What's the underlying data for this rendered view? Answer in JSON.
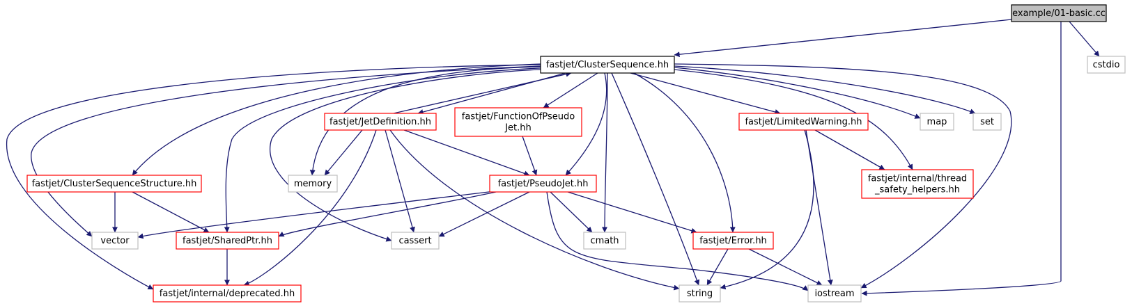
{
  "colors": {
    "edge": "#191970",
    "root_fill": "#bfbfbf",
    "root_border": "#000000",
    "file_border": "#000000",
    "header_border": "#ff0000",
    "system_header_border": "#bfbfbf",
    "text": "#000000"
  },
  "nodes": [
    {
      "id": "n_root",
      "kind": "root",
      "lines": [
        "example/01-basic.cc"
      ]
    },
    {
      "id": "n_cs",
      "kind": "main",
      "lines": [
        "fastjet/ClusterSequence.hh"
      ]
    },
    {
      "id": "n_cstdio",
      "kind": "system",
      "lines": [
        "cstdio"
      ]
    },
    {
      "id": "n_jetdef",
      "kind": "header",
      "lines": [
        "fastjet/JetDefinition.hh"
      ]
    },
    {
      "id": "n_funcpj",
      "kind": "header",
      "lines": [
        "fastjet/FunctionOfPseudo",
        "Jet.hh"
      ]
    },
    {
      "id": "n_limwarn",
      "kind": "header",
      "lines": [
        "fastjet/LimitedWarning.hh"
      ]
    },
    {
      "id": "n_map",
      "kind": "system",
      "lines": [
        "map"
      ]
    },
    {
      "id": "n_set",
      "kind": "system",
      "lines": [
        "set"
      ]
    },
    {
      "id": "n_css",
      "kind": "header",
      "lines": [
        "fastjet/ClusterSequenceStructure.hh"
      ]
    },
    {
      "id": "n_memory",
      "kind": "system",
      "lines": [
        "memory"
      ]
    },
    {
      "id": "n_pj",
      "kind": "header",
      "lines": [
        "fastjet/PseudoJet.hh"
      ]
    },
    {
      "id": "n_thread",
      "kind": "header",
      "lines": [
        "fastjet/internal/thread",
        "_safety_helpers.hh"
      ]
    },
    {
      "id": "n_vector",
      "kind": "system",
      "lines": [
        "vector"
      ]
    },
    {
      "id": "n_sptr",
      "kind": "header",
      "lines": [
        "fastjet/SharedPtr.hh"
      ]
    },
    {
      "id": "n_cassert",
      "kind": "system",
      "lines": [
        "cassert"
      ]
    },
    {
      "id": "n_cmath",
      "kind": "system",
      "lines": [
        "cmath"
      ]
    },
    {
      "id": "n_error",
      "kind": "header",
      "lines": [
        "fastjet/Error.hh"
      ]
    },
    {
      "id": "n_depr",
      "kind": "header",
      "lines": [
        "fastjet/internal/deprecated.hh"
      ]
    },
    {
      "id": "n_string",
      "kind": "system",
      "lines": [
        "string"
      ]
    },
    {
      "id": "n_iostream",
      "kind": "system",
      "lines": [
        "iostream"
      ]
    }
  ],
  "edges": [
    {
      "from": "n_root",
      "to": "n_cs"
    },
    {
      "from": "n_root",
      "to": "n_cstdio"
    },
    {
      "from": "n_root",
      "to": "n_iostream"
    },
    {
      "from": "n_cs",
      "to": "n_jetdef"
    },
    {
      "from": "n_cs",
      "to": "n_funcpj"
    },
    {
      "from": "n_cs",
      "to": "n_limwarn"
    },
    {
      "from": "n_cs",
      "to": "n_map"
    },
    {
      "from": "n_cs",
      "to": "n_set"
    },
    {
      "from": "n_cs",
      "to": "n_css"
    },
    {
      "from": "n_cs",
      "to": "n_memory"
    },
    {
      "from": "n_cs",
      "to": "n_pj"
    },
    {
      "from": "n_cs",
      "to": "n_thread"
    },
    {
      "from": "n_cs",
      "to": "n_vector"
    },
    {
      "from": "n_cs",
      "to": "n_sptr"
    },
    {
      "from": "n_cs",
      "to": "n_cassert"
    },
    {
      "from": "n_cs",
      "to": "n_cmath"
    },
    {
      "from": "n_cs",
      "to": "n_error"
    },
    {
      "from": "n_cs",
      "to": "n_depr"
    },
    {
      "from": "n_cs",
      "to": "n_string"
    },
    {
      "from": "n_cs",
      "to": "n_iostream"
    },
    {
      "from": "n_jetdef",
      "to": "n_cs"
    },
    {
      "from": "n_jetdef",
      "to": "n_memory"
    },
    {
      "from": "n_jetdef",
      "to": "n_pj"
    },
    {
      "from": "n_jetdef",
      "to": "n_cassert"
    },
    {
      "from": "n_jetdef",
      "to": "n_depr"
    },
    {
      "from": "n_jetdef",
      "to": "n_string"
    },
    {
      "from": "n_funcpj",
      "to": "n_pj"
    },
    {
      "from": "n_limwarn",
      "to": "n_thread"
    },
    {
      "from": "n_limwarn",
      "to": "n_string"
    },
    {
      "from": "n_limwarn",
      "to": "n_iostream"
    },
    {
      "from": "n_css",
      "to": "n_vector"
    },
    {
      "from": "n_css",
      "to": "n_sptr"
    },
    {
      "from": "n_pj",
      "to": "n_vector"
    },
    {
      "from": "n_pj",
      "to": "n_sptr"
    },
    {
      "from": "n_pj",
      "to": "n_cassert"
    },
    {
      "from": "n_pj",
      "to": "n_cmath"
    },
    {
      "from": "n_pj",
      "to": "n_error"
    },
    {
      "from": "n_pj",
      "to": "n_iostream"
    },
    {
      "from": "n_sptr",
      "to": "n_depr"
    },
    {
      "from": "n_error",
      "to": "n_string"
    },
    {
      "from": "n_error",
      "to": "n_iostream"
    }
  ]
}
